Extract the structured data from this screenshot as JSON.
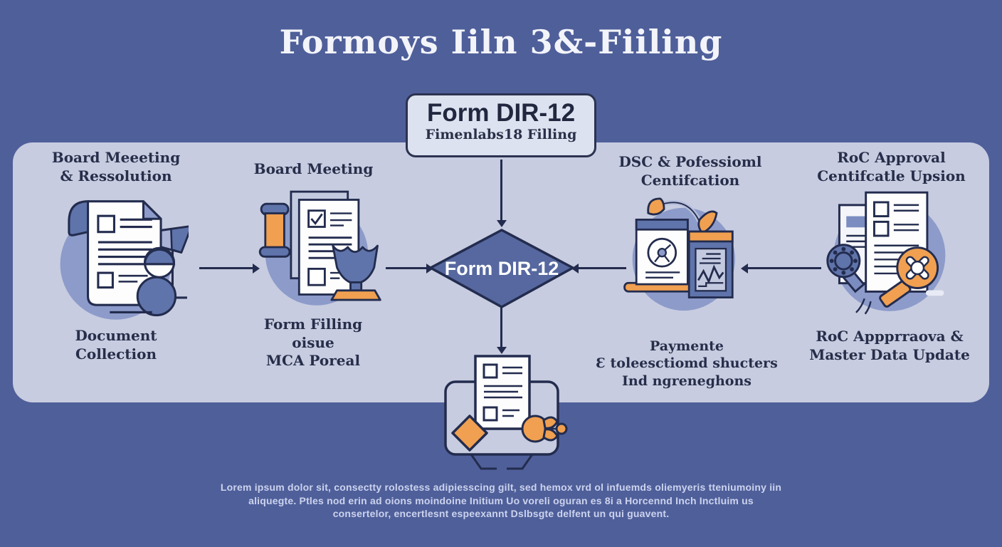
{
  "title": "Formoys Iiln 3&-Fiiling",
  "top_box": {
    "title": "Form DIR-12",
    "subtitle": "Fimenlabs18 Filling"
  },
  "diamond_label": "Form DIR-12",
  "stations": [
    {
      "header": "Board Meeeting\n& Ressolution",
      "caption": "Document\nCollection",
      "icon": "document-person-lamp-icon"
    },
    {
      "header": "Board Meeting",
      "caption": "Form Filling\noisue\nMCA Poreal",
      "icon": "document-gavel-stamp-icon"
    },
    {
      "header": "DSC & Pofessioml\nCentifcation",
      "caption": "Paymente\nƐ toleesctiomd shucters\nInd ngreneghons",
      "icon": "certificate-pen-report-icon"
    },
    {
      "header": "RoC Approval\nCentifcatle Upsion",
      "caption": "RoC Appprraova &\nMaster Data Update",
      "icon": "documents-magnifier-gear-icon"
    }
  ],
  "bottom_icon": "monitor-document-share-icon",
  "footer": {
    "lines": [
      "Lorem ipsum dolor sit, consectty rolostess adipiesscing gilt, sed hemox vrd ol infuemds oliemyeris tteniumoiny iin",
      "aliquegte. Ptles nod erin ad oions moindoine Initium Uo voreli oguran es 8i a Horcennd Inch Inctluim us",
      "consertelor, encertlesnt espeexannt Dslbsgte delfent un qui guavent."
    ]
  },
  "colors": {
    "background": "#4f5f9a",
    "panel": "#c7cce0",
    "box_fill": "#dde2f0",
    "diamond_fill": "#56689f",
    "outline": "#232c4e",
    "icon_circle": "#8d9bca",
    "icon_blue": "#5f74ab",
    "accent_orange": "#f0a050",
    "title_text": "#f3f4fa",
    "dark_text": "#272e4a",
    "footer_text": "#ccd3ee"
  }
}
